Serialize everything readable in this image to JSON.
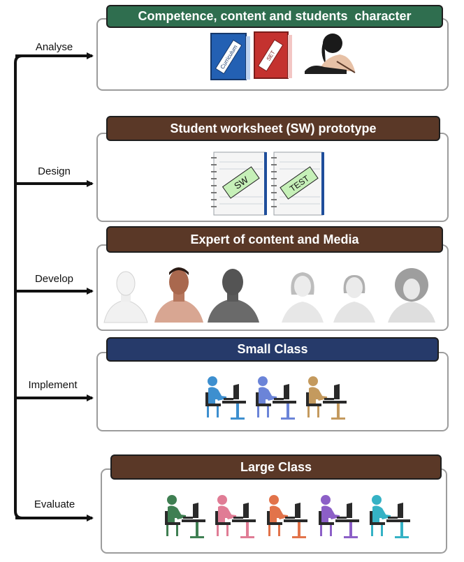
{
  "phases": [
    {
      "label": "Analyse",
      "title": "Competence, content and students  character",
      "color": "#2f6e4f"
    },
    {
      "label": "Design",
      "title": "Student worksheet (SW) prototype",
      "color": "#5a3827"
    },
    {
      "label": "Develop",
      "title": "Expert of content and Media",
      "color": "#5a3827"
    },
    {
      "label": "Implement",
      "title": "Small Class",
      "color": "#263a6a"
    },
    {
      "label": "Evaluate",
      "title": "Large Class",
      "color": "#5a3827"
    }
  ],
  "analyse": {
    "book_blue": "Curriculum",
    "book_red": "SET"
  },
  "design": {
    "notebook_1": "SW",
    "notebook_2": "TEST"
  },
  "develop": {
    "experts": [
      "male-expert-light",
      "male-expert-tan",
      "male-expert-dark",
      "female-expert-1",
      "female-expert-2",
      "female-expert-curly"
    ]
  },
  "implement": {
    "students": [
      {
        "color": "#3d8fcf"
      },
      {
        "color": "#6b84d8"
      },
      {
        "color": "#c49a5e"
      }
    ]
  },
  "evaluate": {
    "students": [
      {
        "color": "#3f7f52"
      },
      {
        "color": "#e07c95"
      },
      {
        "color": "#e2734a"
      },
      {
        "color": "#8c5fc7"
      },
      {
        "color": "#35b2c5"
      }
    ]
  }
}
